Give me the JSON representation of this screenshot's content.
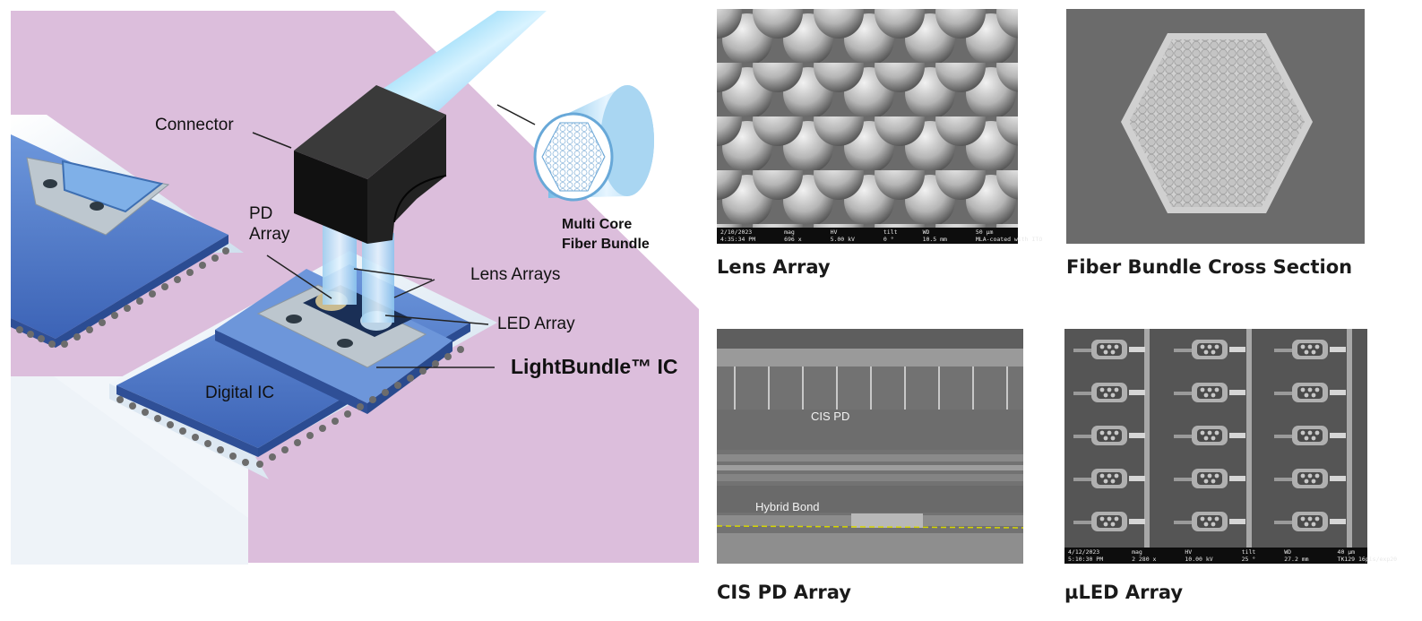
{
  "diagram": {
    "labels": {
      "connector": "Connector",
      "pd_array_line1": "PD",
      "pd_array_line2": "Array",
      "multi_core_line1": "Multi Core",
      "multi_core_line2": "Fiber Bundle",
      "lens_arrays": "Lens Arrays",
      "led_array": "LED Array",
      "lightbundle_ic": "LightBundle™ IC",
      "digital_ic": "Digital IC"
    },
    "colors": {
      "background_mauve": "#dcbedc",
      "board_blue": "#4a78c8",
      "connector_black": "#1b1b1b",
      "fiber_cyan": "#3ec8f0"
    }
  },
  "panels": {
    "lens_array": {
      "caption": "Lens Array",
      "sem": {
        "date": "2/10/2023",
        "time": "4:35:34 PM",
        "mag": "696 x",
        "hv": "5.00 kV",
        "tilt": "0 °",
        "wd": "10.5 mm",
        "scale": "50 µm",
        "note": "MLA-coated with ITO"
      }
    },
    "fiber_bundle": {
      "caption": "Fiber Bundle Cross Section"
    },
    "cis_pd": {
      "caption": "CIS PD Array",
      "tag_cis": "CIS PD",
      "tag_hybrid": "Hybrid Bond"
    },
    "uled": {
      "caption": "µLED Array",
      "sem": {
        "date": "4/12/2023",
        "time": "5:10:30 PM",
        "mag": "2 280 x",
        "hv": "10.00 kV",
        "tilt": "25 °",
        "wd": "27.2 mm",
        "scale": "40 µm",
        "note": "TK129 16pis/exp20"
      }
    }
  }
}
